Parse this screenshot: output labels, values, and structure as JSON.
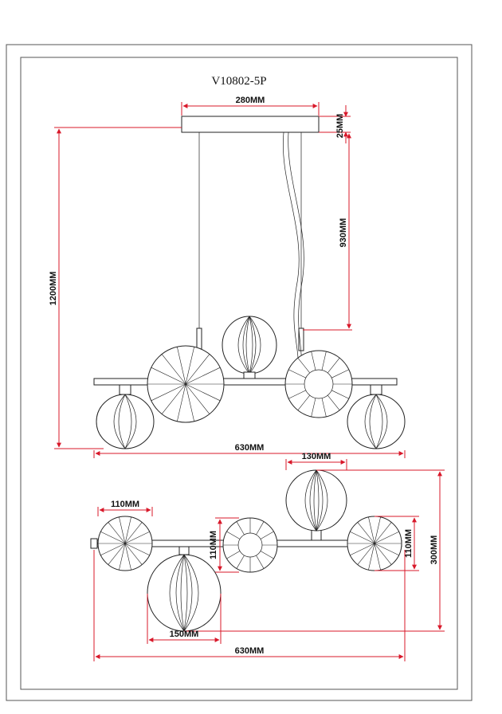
{
  "drawing": {
    "model_code": "V10802-5P",
    "colors": {
      "dimension_line": "#d8182a",
      "outline": "#222222",
      "frame": "#555555"
    }
  },
  "front_view": {
    "canopy_width": "280MM",
    "canopy_height": "25MM",
    "cable_length": "930MM",
    "total_height": "1200MM",
    "total_width": "630MM"
  },
  "top_view": {
    "disc_diameter": "110MM",
    "globe_small": "130MM",
    "ring_diameter": "110MM",
    "disc_right": "110MM",
    "depth": "300MM",
    "globe_large": "150MM",
    "total_width": "630MM"
  }
}
